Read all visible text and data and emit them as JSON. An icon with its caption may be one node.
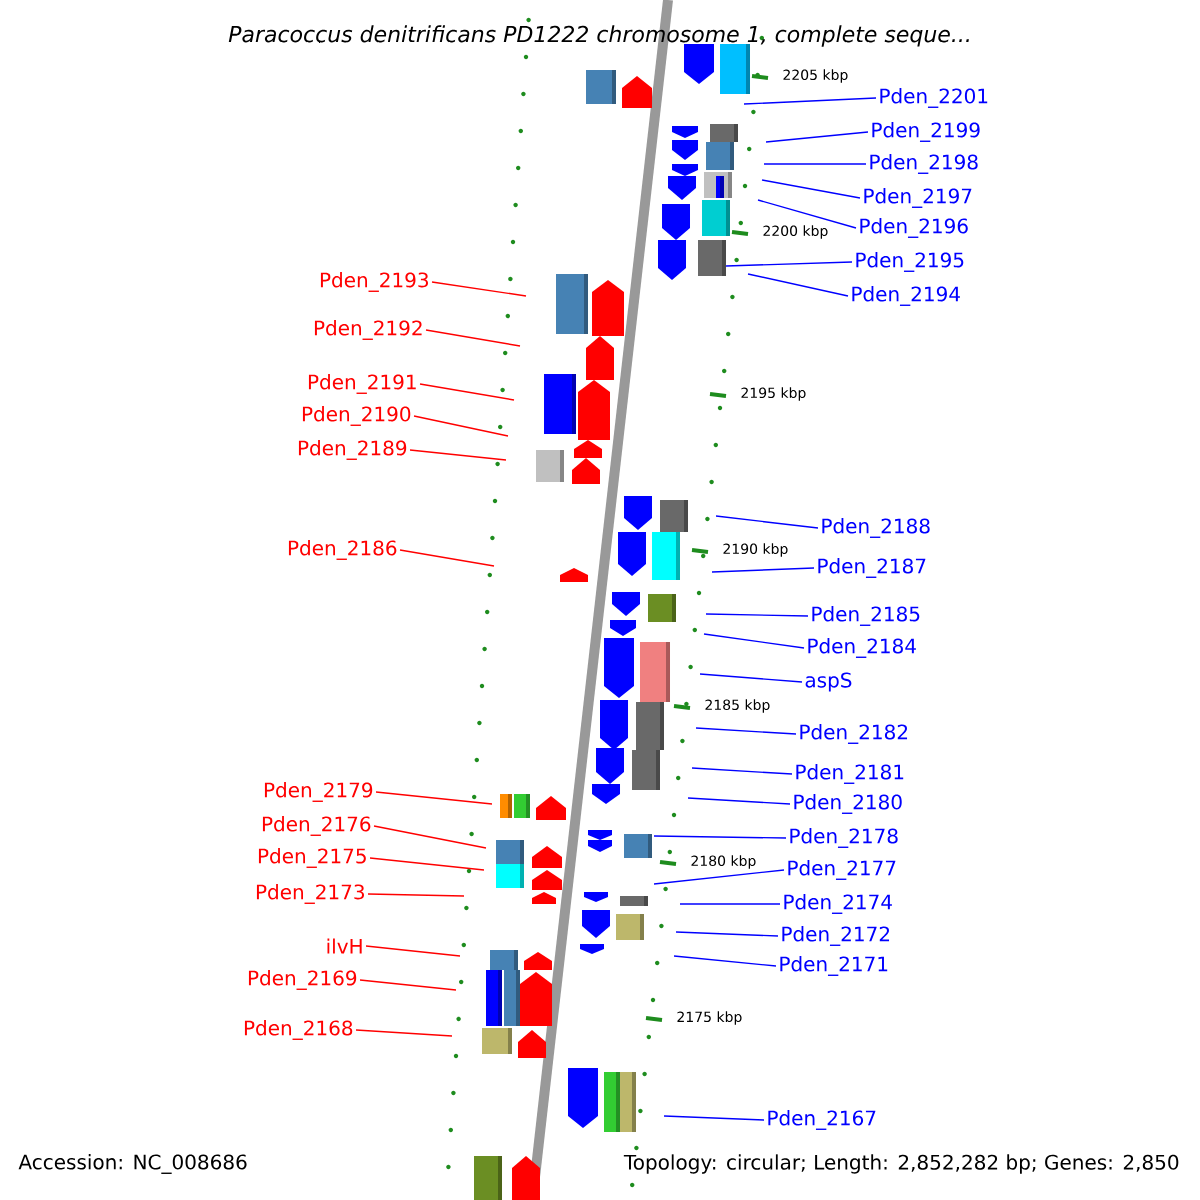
{
  "diagram": {
    "title": "Paracoccus denitrificans PD1222 chromosome 1, complete seque...",
    "nodes": [
      {
        "text": [
          "Pden_2201"
        ]
      },
      {
        "text": [
          "Pden_2199"
        ]
      },
      {
        "text": [
          "Pden_2198"
        ]
      },
      {
        "text": [
          "Pden_2197"
        ]
      },
      {
        "text": [
          "Pden_2196"
        ]
      },
      {
        "text": [
          "Pden_2195"
        ]
      },
      {
        "text": [
          "Pden_2194"
        ]
      },
      {
        "text": [
          "Pden_2193"
        ]
      },
      {
        "text": [
          "Pden_2192"
        ]
      },
      {
        "text": [
          "Pden_2191"
        ]
      },
      {
        "text": [
          "Pden_2190"
        ]
      },
      {
        "text": [
          "Pden_2189"
        ]
      },
      {
        "text": [
          "Pden_2188"
        ]
      },
      {
        "text": [
          "Pden_2187"
        ]
      },
      {
        "text": [
          "Pden_2186"
        ]
      },
      {
        "text": [
          "Pden_2185"
        ]
      },
      {
        "text": [
          "Pden_2184"
        ]
      },
      {
        "text": [
          "aspS"
        ]
      },
      {
        "text": [
          "Pden_2182"
        ]
      },
      {
        "text": [
          "Pden_2181"
        ]
      },
      {
        "text": [
          "Pden_2180"
        ]
      },
      {
        "text": [
          "Pden_2179"
        ]
      },
      {
        "text": [
          "Pden_2178"
        ]
      },
      {
        "text": [
          "Pden_2176"
        ]
      },
      {
        "text": [
          "Pden_2177"
        ]
      },
      {
        "text": [
          "Pden_2175"
        ]
      },
      {
        "text": [
          "Pden_2174"
        ]
      },
      {
        "text": [
          "Pden_2173"
        ]
      },
      {
        "text": [
          "Pden_2172"
        ]
      },
      {
        "text": [
          "ilvH"
        ]
      },
      {
        "text": [
          "Pden_2171"
        ]
      },
      {
        "text": [
          "Pden_2169"
        ]
      },
      {
        "text": [
          "Pden_2168"
        ]
      },
      {
        "text": [
          "Pden_2167"
        ]
      }
    ],
    "edges": [
      {
        "from": 0,
        "to": null,
        "arrow": "none"
      },
      {
        "from": 1,
        "to": null,
        "arrow": "none"
      },
      {
        "from": 2,
        "to": null,
        "arrow": "none"
      },
      {
        "from": 3,
        "to": null,
        "arrow": "none"
      },
      {
        "from": 4,
        "to": null,
        "arrow": "none"
      },
      {
        "from": 5,
        "to": null,
        "arrow": "none"
      },
      {
        "from": 6,
        "to": null,
        "arrow": "none"
      },
      {
        "from": 7,
        "to": null,
        "arrow": "none",
        "color": "#ff0000"
      },
      {
        "from": 8,
        "to": null,
        "arrow": "none",
        "color": "#ff0000"
      },
      {
        "from": 9,
        "to": null,
        "arrow": "none",
        "color": "#ff0000"
      },
      {
        "from": 10,
        "to": null,
        "arrow": "none",
        "color": "#ff0000"
      },
      {
        "from": 11,
        "to": null,
        "arrow": "none",
        "color": "#ff0000"
      },
      {
        "from": 12,
        "to": null,
        "arrow": "none"
      },
      {
        "from": 13,
        "to": null,
        "arrow": "none"
      },
      {
        "from": 14,
        "to": null,
        "arrow": "none",
        "color": "#ff0000"
      },
      {
        "from": 15,
        "to": null,
        "arrow": "none"
      },
      {
        "from": 16,
        "to": null,
        "arrow": "none"
      },
      {
        "from": 17,
        "to": null,
        "arrow": "none"
      },
      {
        "from": 18,
        "to": null,
        "arrow": "none"
      },
      {
        "from": 19,
        "to": null,
        "arrow": "none"
      },
      {
        "from": 20,
        "to": null,
        "arrow": "none"
      },
      {
        "from": 21,
        "to": null,
        "arrow": "none",
        "color": "#ff0000"
      },
      {
        "from": 22,
        "to": null,
        "arrow": "none"
      },
      {
        "from": 23,
        "to": null,
        "arrow": "none",
        "color": "#ff0000"
      },
      {
        "from": 24,
        "to": null,
        "arrow": "none"
      },
      {
        "from": 25,
        "to": null,
        "arrow": "none",
        "color": "#ff0000"
      },
      {
        "from": 26,
        "to": null,
        "arrow": "none"
      },
      {
        "from": 27,
        "to": null,
        "arrow": "none",
        "color": "#ff0000"
      },
      {
        "from": 28,
        "to": null,
        "arrow": "none"
      },
      {
        "from": 29,
        "to": null,
        "arrow": "none",
        "color": "#ff0000"
      },
      {
        "from": 30,
        "to": null,
        "arrow": "none"
      },
      {
        "from": 31,
        "to": null,
        "arrow": "none",
        "color": "#ff0000"
      },
      {
        "from": 32,
        "to": null,
        "arrow": "none",
        "color": "#ff0000"
      },
      {
        "from": 33,
        "to": null,
        "arrow": "none"
      }
    ],
    "labels": [
      "2205 kbp",
      "2200 kbp",
      "2195 kbp",
      "2190 kbp",
      "2185 kbp",
      "2180 kbp",
      "2175 kbp",
      "Accession: NC_008686",
      "Topology: circular; Length: 2,852,282 bp; Genes: 2,850"
    ]
  }
}
